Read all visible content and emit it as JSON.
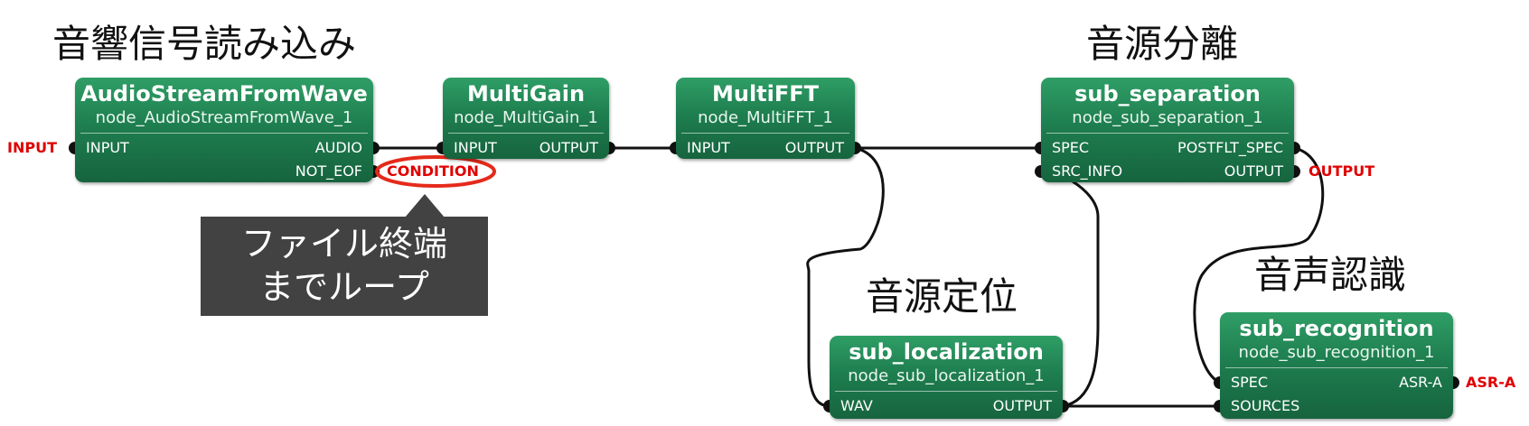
{
  "section_titles": {
    "audio_input": "音響信号読み込み",
    "separation": "音源分離",
    "localization": "音源定位",
    "recognition": "音声認識"
  },
  "nodes": {
    "audio_stream": {
      "title": "AudioStreamFromWave",
      "sub": "node_AudioStreamFromWave_1",
      "inputs": [
        "INPUT"
      ],
      "outputs": [
        "AUDIO",
        "NOT_EOF"
      ]
    },
    "multigain": {
      "title": "MultiGain",
      "sub": "node_MultiGain_1",
      "inputs": [
        "INPUT"
      ],
      "outputs": [
        "OUTPUT"
      ]
    },
    "multifft": {
      "title": "MultiFFT",
      "sub": "node_MultiFFT_1",
      "inputs": [
        "INPUT"
      ],
      "outputs": [
        "OUTPUT"
      ]
    },
    "sub_separation": {
      "title": "sub_separation",
      "sub": "node_sub_separation_1",
      "inputs": [
        "SPEC",
        "SRC_INFO"
      ],
      "outputs": [
        "POSTFLT_SPEC",
        "OUTPUT"
      ]
    },
    "sub_localization": {
      "title": "sub_localization",
      "sub": "node_sub_localization_1",
      "inputs": [
        "WAV"
      ],
      "outputs": [
        "OUTPUT"
      ]
    },
    "sub_recognition": {
      "title": "sub_recognition",
      "sub": "node_sub_recognition_1",
      "inputs": [
        "SPEC",
        "SOURCES"
      ],
      "outputs": [
        "ASR-A"
      ]
    }
  },
  "external_terminals": {
    "input": "INPUT",
    "condition": "CONDITION",
    "output": "OUTPUT",
    "asr": "ASR-A"
  },
  "callout": {
    "line1": "ファイル終端",
    "line2": "までループ"
  },
  "colors": {
    "node_green": "#1e7e4f",
    "terminal_red": "#e00000",
    "callout_bg": "#424242"
  }
}
